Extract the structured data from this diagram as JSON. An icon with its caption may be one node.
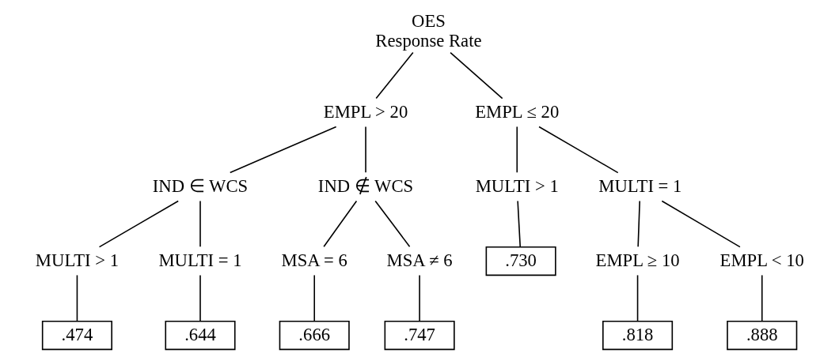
{
  "diagram": {
    "nodes": [
      {
        "text": [
          "OES",
          "Response Rate"
        ]
      },
      {
        "text": [
          "EMPL > 20"
        ]
      },
      {
        "text": [
          "EMPL ≤ 20"
        ]
      },
      {
        "text": [
          "IND ∈ WCS"
        ]
      },
      {
        "text": [
          "IND ∉ WCS"
        ]
      },
      {
        "text": [
          "MULTI > 1"
        ]
      },
      {
        "text": [
          "MULTI = 1"
        ]
      },
      {
        "text": [
          ".730"
        ]
      },
      {
        "text": [
          "EMPL ≥ 10"
        ]
      },
      {
        "text": [
          "EMPL < 10"
        ]
      },
      {
        "text": [
          "MULTI > 1"
        ]
      },
      {
        "text": [
          "MULTI = 1"
        ]
      },
      {
        "text": [
          "MSA = 6"
        ]
      },
      {
        "text": [
          "MSA ≠ 6"
        ]
      },
      {
        "text": [
          ".474"
        ]
      },
      {
        "text": [
          ".644"
        ]
      },
      {
        "text": [
          ".666"
        ]
      },
      {
        "text": [
          ".747"
        ]
      },
      {
        "text": [
          ".818"
        ]
      },
      {
        "text": [
          ".888"
        ]
      }
    ],
    "edges": [
      {
        "from": 0,
        "to": 1,
        "arrow": "none"
      },
      {
        "from": 0,
        "to": 2,
        "arrow": "none"
      },
      {
        "from": 1,
        "to": 3,
        "arrow": "none"
      },
      {
        "from": 1,
        "to": 4,
        "arrow": "none"
      },
      {
        "from": 2,
        "to": 5,
        "arrow": "none"
      },
      {
        "from": 2,
        "to": 6,
        "arrow": "none"
      },
      {
        "from": 5,
        "to": 7,
        "arrow": "none"
      },
      {
        "from": 6,
        "to": 8,
        "arrow": "none"
      },
      {
        "from": 6,
        "to": 9,
        "arrow": "none"
      },
      {
        "from": 3,
        "to": 10,
        "arrow": "none"
      },
      {
        "from": 3,
        "to": 11,
        "arrow": "none"
      },
      {
        "from": 4,
        "to": 12,
        "arrow": "none"
      },
      {
        "from": 4,
        "to": 13,
        "arrow": "none"
      },
      {
        "from": 10,
        "to": 14,
        "arrow": "none"
      },
      {
        "from": 11,
        "to": 15,
        "arrow": "none"
      },
      {
        "from": 12,
        "to": 16,
        "arrow": "none"
      },
      {
        "from": 13,
        "to": 17,
        "arrow": "none"
      },
      {
        "from": 8,
        "to": 18,
        "arrow": "none"
      },
      {
        "from": 9,
        "to": 19,
        "arrow": "none"
      }
    ]
  }
}
